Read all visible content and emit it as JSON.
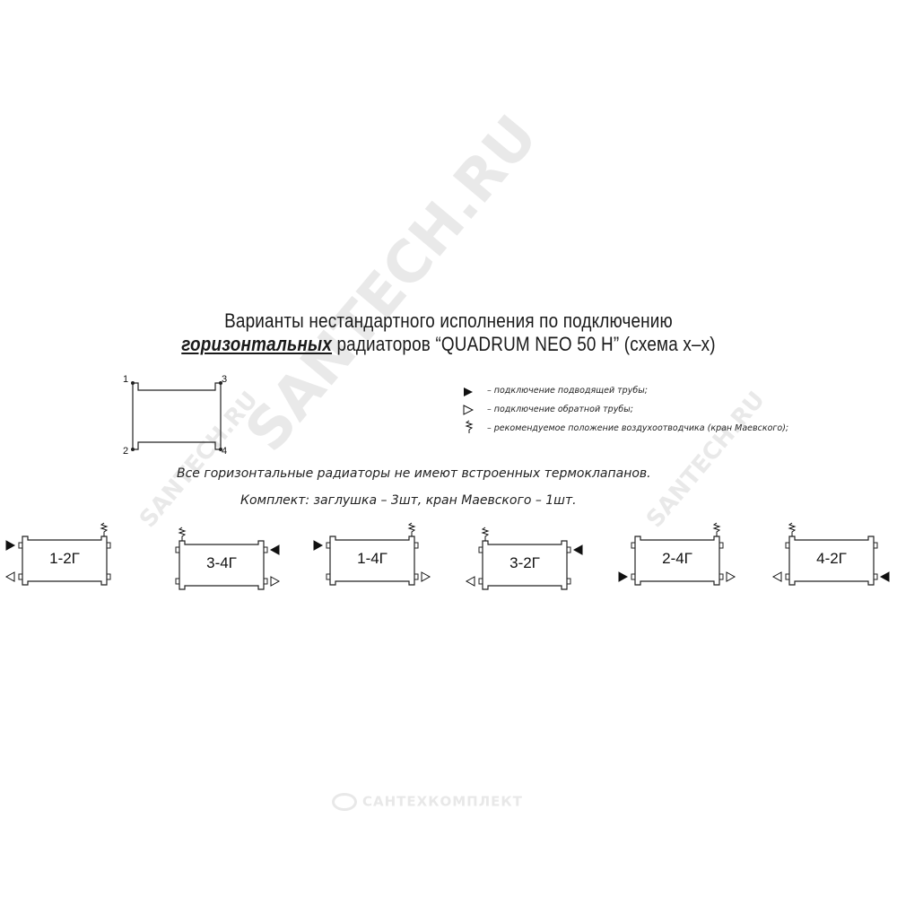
{
  "title": {
    "line1": "Варианты нестандартного исполнения по подключению",
    "line2_bold": "горизонтальных",
    "line2_rest": " радиаторов “QUADRUM NEO 50 H”  (схема x–x)"
  },
  "scheme": {
    "corners": [
      "1",
      "2",
      "3",
      "4"
    ]
  },
  "legend": [
    {
      "icon": "filled-triangle-icon",
      "text": "– подключение подводящей трубы;"
    },
    {
      "icon": "outline-triangle-icon",
      "text": "– подключение обратной трубы;"
    },
    {
      "icon": "air-vent-icon",
      "text": "– рекомендуемое положение воздухоотводчика (кран Маевского);"
    }
  ],
  "notes": {
    "note1": "Все горизонтальные радиаторы не имеют встроенных термоклапанов.",
    "note2": "Комплект: заглушка – 3шт, кран Маевского – 1шт."
  },
  "variants": [
    {
      "label": "1-2Г",
      "supply": "top-left",
      "return": "bottom-left",
      "vent": "top-right",
      "supply_dir": "in"
    },
    {
      "label": "3-4Г",
      "supply": "top-right",
      "return": "bottom-right",
      "vent": "top-left"
    },
    {
      "label": "1-4Г",
      "supply": "top-left",
      "return": "bottom-right",
      "vent": "top-right"
    },
    {
      "label": "3-2Г",
      "supply": "top-right",
      "return": "bottom-left",
      "vent": "top-left"
    },
    {
      "label": "2-4Г",
      "supply": "bottom-left",
      "return": "bottom-right",
      "vent": "top-right"
    },
    {
      "label": "4-2Г",
      "supply": "bottom-right",
      "return": "bottom-left",
      "vent": "top-left"
    }
  ],
  "watermarks": {
    "main": "SANTECH.RU",
    "small1": "SANTECH.RU",
    "small2": "SANTECH.RU"
  },
  "footer": {
    "brand": "САНТЕХКОМПЛЕКТ"
  },
  "colors": {
    "line": "#222222",
    "watermark": "#d8d8d8"
  }
}
